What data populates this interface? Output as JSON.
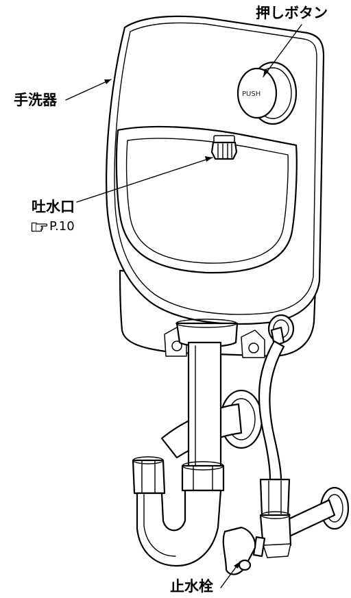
{
  "labels": {
    "push_button": "押しボタン",
    "hand_basin": "手洗器",
    "spout": "吐水口",
    "spout_ref": "P.10",
    "stop_valve": "止水栓",
    "push_text": "PUSH"
  },
  "icons": {
    "reference": "pointing-hand-icon"
  },
  "colors": {
    "line": "#000000",
    "background": "#ffffff"
  }
}
